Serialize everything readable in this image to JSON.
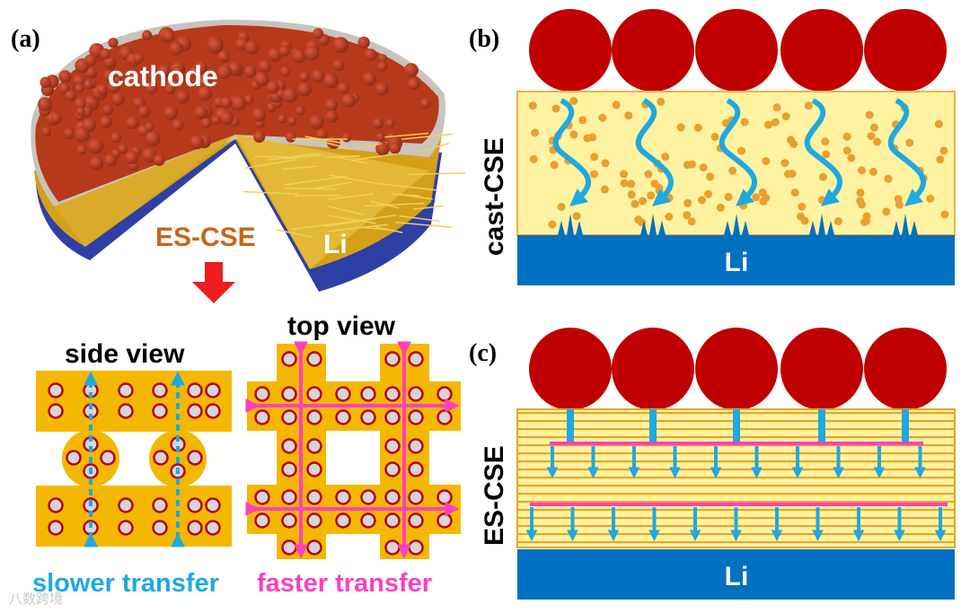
{
  "panels": {
    "a": {
      "label": "(a)",
      "cathode_label": "cathode",
      "es_cse_label": "ES-CSE",
      "li_label": "Li",
      "side_view_title": "side view",
      "top_view_title": "top view",
      "slower_caption": "slower transfer",
      "faster_caption": "faster transfer"
    },
    "b": {
      "label": "(b)",
      "side_label": "cast-CSE",
      "li_label": "Li"
    },
    "c": {
      "label": "(c)",
      "side_label": "ES-CSE",
      "li_label": "Li"
    }
  },
  "colors": {
    "cathode_red": "#c00000",
    "electrolyte_yellow": "#fff2a0",
    "fiber_orange": "#f5b800",
    "li_blue": "#0070c0",
    "arrow_cyan": "#1fa9e1",
    "magenta": "#ff3fbf",
    "dot_orange": "#e8a030",
    "es_cse_text": "#c8651b",
    "disc_blue": "#2e3fa6"
  },
  "watermark": "八数跨境"
}
